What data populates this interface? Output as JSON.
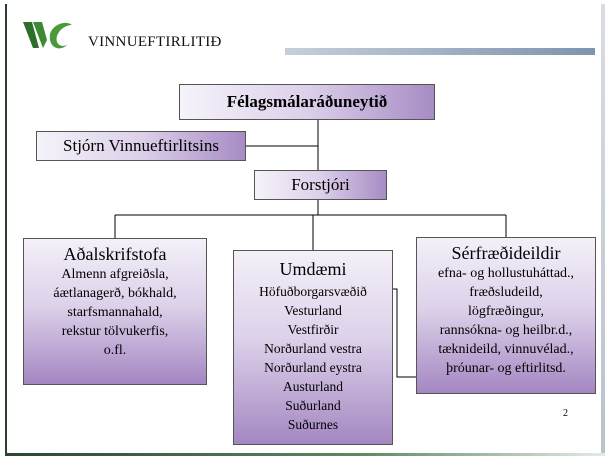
{
  "logo": {
    "text": "VINNUEFTIRLITIÐ",
    "icon": "vinnueftirlitid-logo-icon"
  },
  "ministry": {
    "label": "Félagsmálaráðuneytið"
  },
  "board": {
    "label": "Stjórn Vinnueftirlitsins"
  },
  "director": {
    "label": "Forstjóri"
  },
  "hq": {
    "title": "Aðalskrifstofa",
    "lines": [
      "Almenn afgreiðsla,",
      "áætlanagerð, bókhald,",
      "starfsmannahald,",
      "rekstur tölvukerfis,",
      "o.fl."
    ]
  },
  "districts": {
    "title": "Umdæmi",
    "lines": [
      "Höfuðborgarsvæðið",
      "Vesturland",
      "Vestfirðir",
      "Norðurland vestra",
      "Norðurland eystra",
      "Austurland",
      "Suðurland",
      "Suðurnes"
    ]
  },
  "specialist": {
    "title": "Sérfræðideildir",
    "lines": [
      "efna- og hollustuháttad.,",
      "fræðsludeild,",
      "lögfræðingur,",
      "rannsókna- og heilbr.d.,",
      "tæknideild, vinnuvélad.,",
      "þróunar- og eftirlitsd."
    ]
  },
  "page_number": "2",
  "colors": {
    "box_top": "#f4f0f8",
    "box_bottom": "#a487c2",
    "rule": "#7e93ad",
    "logo_green": "#3a7a2f"
  }
}
